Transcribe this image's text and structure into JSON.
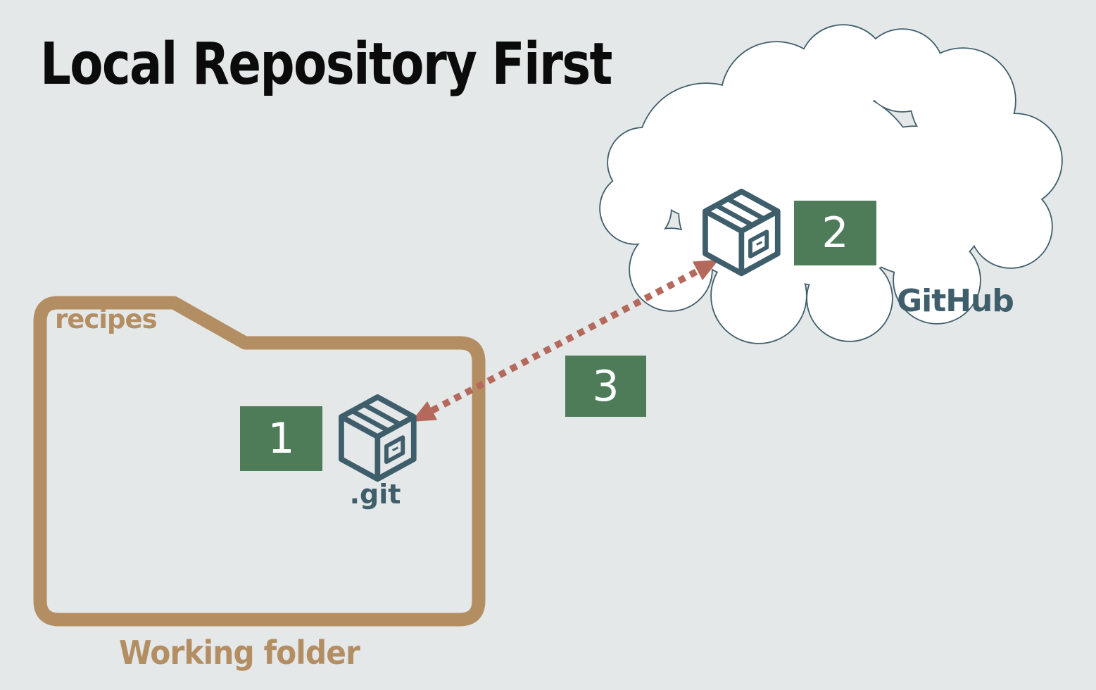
{
  "page": {
    "title": "Local Repository First"
  },
  "colors": {
    "bg": "#e5e8e9",
    "ink": "#0b0b0b",
    "slate": "#3f5e6b",
    "tan": "#b48e63",
    "green": "#4e7c59",
    "rust": "#b4695c"
  },
  "working_folder": {
    "folder_name": "recipes",
    "caption": "Working folder",
    "repo_label": ".git",
    "step_badge": "1"
  },
  "github_cloud": {
    "provider_label": "GitHub",
    "step_badge": "2"
  },
  "connection": {
    "step_badge": "3"
  },
  "icons": {
    "local_repo": "package-icon",
    "remote_repo": "package-icon",
    "remote_host": "cloud-icon",
    "folder": "folder-icon",
    "sync": "dotted-double-arrow-icon"
  }
}
